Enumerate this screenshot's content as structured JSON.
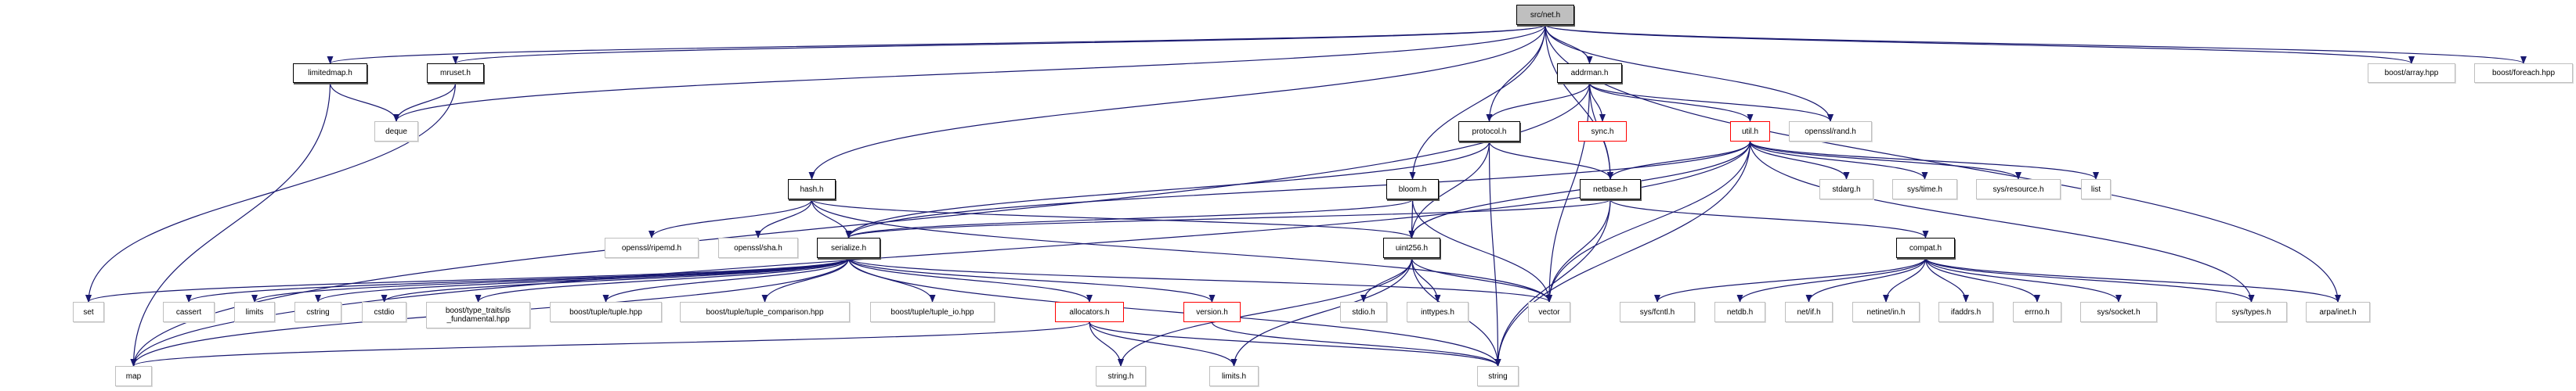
{
  "graph": {
    "edge_color": "#191970",
    "colors": {
      "root_fill": "#bfbfbf",
      "project_border": "#000000",
      "external_border": "#bfbfbf",
      "incomplete_border": "#ff0000"
    },
    "nodes": [
      {
        "id": "net",
        "label": "src/net.h",
        "kind": "root"
      },
      {
        "id": "limitedmap",
        "label": "limitedmap.h",
        "kind": "project"
      },
      {
        "id": "mruset",
        "label": "mruset.h",
        "kind": "project"
      },
      {
        "id": "deque",
        "label": "deque",
        "kind": "external"
      },
      {
        "id": "addrman",
        "label": "addrman.h",
        "kind": "project"
      },
      {
        "id": "protocol",
        "label": "protocol.h",
        "kind": "project"
      },
      {
        "id": "sync",
        "label": "sync.h",
        "kind": "missing"
      },
      {
        "id": "util",
        "label": "util.h",
        "kind": "missing"
      },
      {
        "id": "rand",
        "label": "openssl/rand.h",
        "kind": "external"
      },
      {
        "id": "array",
        "label": "boost/array.hpp",
        "kind": "external"
      },
      {
        "id": "foreach",
        "label": "boost/foreach.hpp",
        "kind": "external"
      },
      {
        "id": "hash",
        "label": "hash.h",
        "kind": "project"
      },
      {
        "id": "bloom",
        "label": "bloom.h",
        "kind": "project"
      },
      {
        "id": "netbase",
        "label": "netbase.h",
        "kind": "project"
      },
      {
        "id": "stdarg",
        "label": "stdarg.h",
        "kind": "external"
      },
      {
        "id": "systime",
        "label": "sys/time.h",
        "kind": "external"
      },
      {
        "id": "sysresource",
        "label": "sys/resource.h",
        "kind": "external"
      },
      {
        "id": "list",
        "label": "list",
        "kind": "external"
      },
      {
        "id": "ripemd",
        "label": "openssl/ripemd.h",
        "kind": "external"
      },
      {
        "id": "sha",
        "label": "openssl/sha.h",
        "kind": "external"
      },
      {
        "id": "serialize",
        "label": "serialize.h",
        "kind": "project"
      },
      {
        "id": "uint256",
        "label": "uint256.h",
        "kind": "project"
      },
      {
        "id": "compat",
        "label": "compat.h",
        "kind": "project"
      },
      {
        "id": "set",
        "label": "set",
        "kind": "external"
      },
      {
        "id": "cassert",
        "label": "cassert",
        "kind": "external"
      },
      {
        "id": "limits",
        "label": "limits",
        "kind": "external"
      },
      {
        "id": "cstring",
        "label": "cstring",
        "kind": "external"
      },
      {
        "id": "cstdio",
        "label": "cstdio",
        "kind": "external"
      },
      {
        "id": "isfund",
        "label": "boost/type_traits/is\n_fundamental.hpp",
        "kind": "external"
      },
      {
        "id": "tuple",
        "label": "boost/tuple/tuple.hpp",
        "kind": "external"
      },
      {
        "id": "tuplecmp",
        "label": "boost/tuple/tuple_comparison.hpp",
        "kind": "external"
      },
      {
        "id": "tupleio",
        "label": "boost/tuple/tuple_io.hpp",
        "kind": "external"
      },
      {
        "id": "allocators",
        "label": "allocators.h",
        "kind": "missing"
      },
      {
        "id": "version",
        "label": "version.h",
        "kind": "missing"
      },
      {
        "id": "stdio",
        "label": "stdio.h",
        "kind": "external"
      },
      {
        "id": "inttypes",
        "label": "inttypes.h",
        "kind": "external"
      },
      {
        "id": "vector",
        "label": "vector",
        "kind": "external"
      },
      {
        "id": "sysfcntl",
        "label": "sys/fcntl.h",
        "kind": "external"
      },
      {
        "id": "netdb",
        "label": "netdb.h",
        "kind": "external"
      },
      {
        "id": "netif",
        "label": "net/if.h",
        "kind": "external"
      },
      {
        "id": "netinet",
        "label": "netinet/in.h",
        "kind": "external"
      },
      {
        "id": "ifaddrs",
        "label": "ifaddrs.h",
        "kind": "external"
      },
      {
        "id": "errno",
        "label": "errno.h",
        "kind": "external"
      },
      {
        "id": "syssocket",
        "label": "sys/socket.h",
        "kind": "external"
      },
      {
        "id": "systypes",
        "label": "sys/types.h",
        "kind": "external"
      },
      {
        "id": "arpainet",
        "label": "arpa/inet.h",
        "kind": "external"
      },
      {
        "id": "map",
        "label": "map",
        "kind": "external"
      },
      {
        "id": "stringh",
        "label": "string.h",
        "kind": "external"
      },
      {
        "id": "limitsh",
        "label": "limits.h",
        "kind": "external"
      },
      {
        "id": "string",
        "label": "string",
        "kind": "external"
      }
    ],
    "edges": [
      [
        "net",
        "limitedmap"
      ],
      [
        "net",
        "mruset"
      ],
      [
        "net",
        "deque"
      ],
      [
        "net",
        "addrman"
      ],
      [
        "net",
        "protocol"
      ],
      [
        "net",
        "hash"
      ],
      [
        "net",
        "bloom"
      ],
      [
        "net",
        "netbase"
      ],
      [
        "net",
        "rand"
      ],
      [
        "net",
        "array"
      ],
      [
        "net",
        "foreach"
      ],
      [
        "net",
        "arpainet"
      ],
      [
        "limitedmap",
        "deque"
      ],
      [
        "limitedmap",
        "map"
      ],
      [
        "mruset",
        "deque"
      ],
      [
        "mruset",
        "set"
      ],
      [
        "addrman",
        "protocol"
      ],
      [
        "addrman",
        "sync"
      ],
      [
        "addrman",
        "util"
      ],
      [
        "addrman",
        "netbase"
      ],
      [
        "addrman",
        "rand"
      ],
      [
        "addrman",
        "vector"
      ],
      [
        "addrman",
        "map"
      ],
      [
        "protocol",
        "serialize"
      ],
      [
        "protocol",
        "netbase"
      ],
      [
        "protocol",
        "uint256"
      ],
      [
        "protocol",
        "string"
      ],
      [
        "util",
        "netbase"
      ],
      [
        "util",
        "uint256"
      ],
      [
        "util",
        "serialize"
      ],
      [
        "util",
        "vector"
      ],
      [
        "util",
        "string"
      ],
      [
        "util",
        "map"
      ],
      [
        "util",
        "stdarg"
      ],
      [
        "util",
        "systime"
      ],
      [
        "util",
        "sysresource"
      ],
      [
        "util",
        "list"
      ],
      [
        "util",
        "systypes"
      ],
      [
        "hash",
        "ripemd"
      ],
      [
        "hash",
        "sha"
      ],
      [
        "hash",
        "serialize"
      ],
      [
        "hash",
        "uint256"
      ],
      [
        "hash",
        "vector"
      ],
      [
        "bloom",
        "serialize"
      ],
      [
        "bloom",
        "uint256"
      ],
      [
        "bloom",
        "vector"
      ],
      [
        "netbase",
        "serialize"
      ],
      [
        "netbase",
        "compat"
      ],
      [
        "netbase",
        "vector"
      ],
      [
        "netbase",
        "string"
      ],
      [
        "serialize",
        "set"
      ],
      [
        "serialize",
        "map"
      ],
      [
        "serialize",
        "cassert"
      ],
      [
        "serialize",
        "limits"
      ],
      [
        "serialize",
        "cstring"
      ],
      [
        "serialize",
        "cstdio"
      ],
      [
        "serialize",
        "isfund"
      ],
      [
        "serialize",
        "tuple"
      ],
      [
        "serialize",
        "tuplecmp"
      ],
      [
        "serialize",
        "tupleio"
      ],
      [
        "serialize",
        "allocators"
      ],
      [
        "serialize",
        "version"
      ],
      [
        "serialize",
        "vector"
      ],
      [
        "serialize",
        "string"
      ],
      [
        "uint256",
        "stdio"
      ],
      [
        "uint256",
        "inttypes"
      ],
      [
        "uint256",
        "stringh"
      ],
      [
        "uint256",
        "limitsh"
      ],
      [
        "uint256",
        "string"
      ],
      [
        "uint256",
        "vector"
      ],
      [
        "allocators",
        "stringh"
      ],
      [
        "allocators",
        "limitsh"
      ],
      [
        "allocators",
        "string"
      ],
      [
        "allocators",
        "map"
      ],
      [
        "version",
        "string"
      ],
      [
        "compat",
        "sysfcntl"
      ],
      [
        "compat",
        "netdb"
      ],
      [
        "compat",
        "netif"
      ],
      [
        "compat",
        "netinet"
      ],
      [
        "compat",
        "ifaddrs"
      ],
      [
        "compat",
        "errno"
      ],
      [
        "compat",
        "syssocket"
      ],
      [
        "compat",
        "systypes"
      ],
      [
        "compat",
        "arpainet"
      ]
    ]
  }
}
